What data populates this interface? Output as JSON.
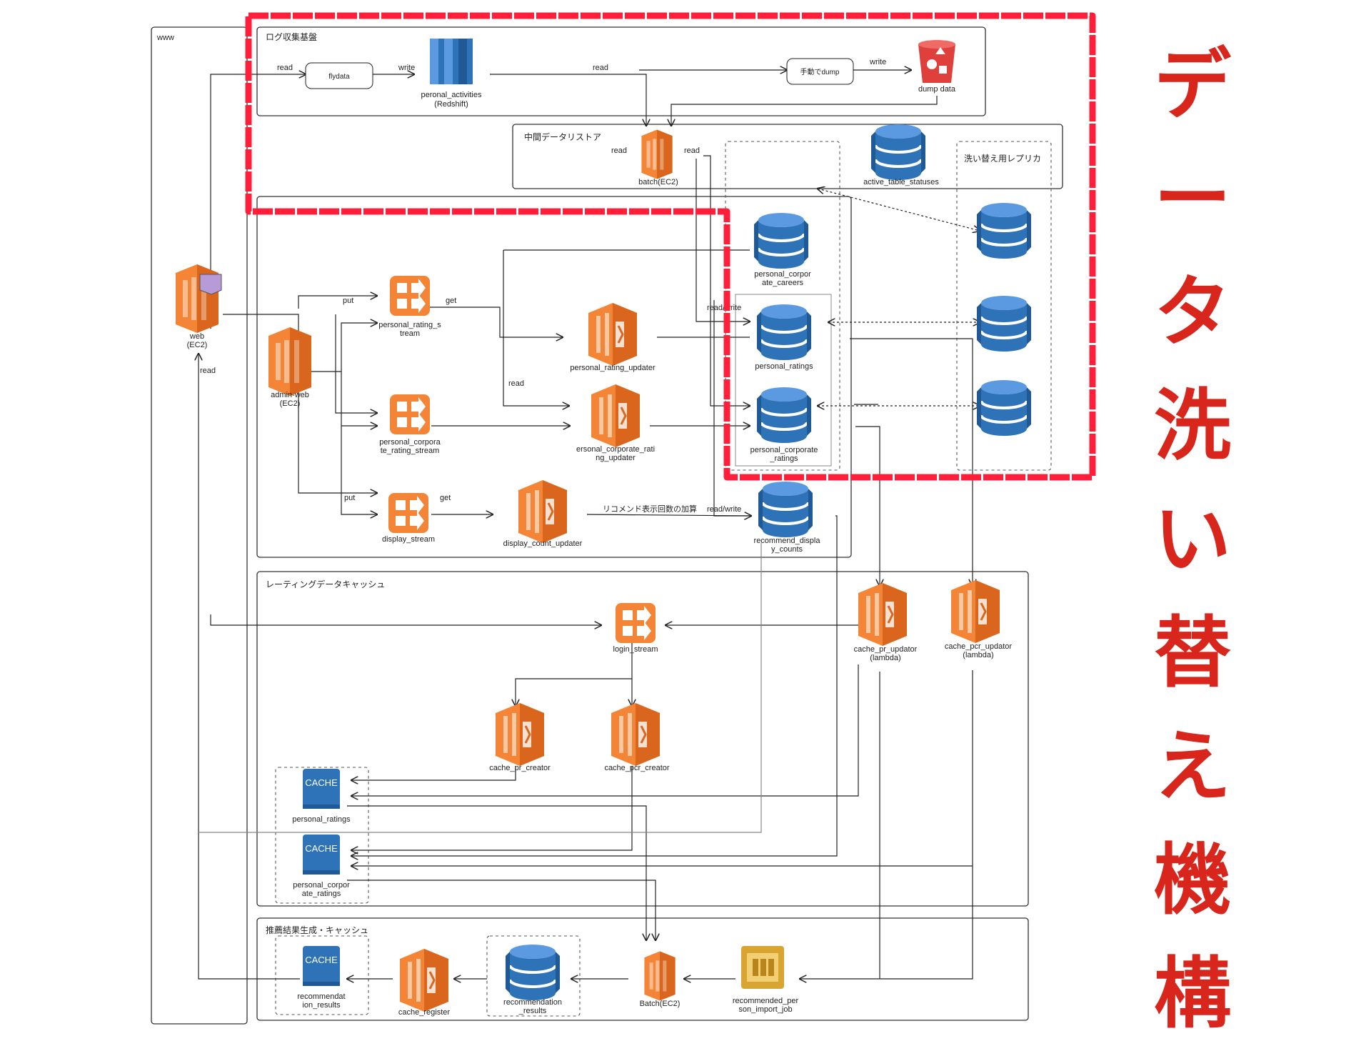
{
  "side_title": [
    "デ",
    "ー",
    "タ",
    "洗",
    "い",
    "替",
    "え",
    "機",
    "構"
  ],
  "groups": {
    "www": "www",
    "log": "ログ収集基盤",
    "mid": "中間データリストア",
    "replica": "洗い替え用レプリカ",
    "cache": "レーティングデータキャッシュ",
    "reco": "推薦結果生成・キャッシュ"
  },
  "nodes": {
    "flydata": "flydata",
    "redshift": [
      "peronal_activities",
      "(Redshift)"
    ],
    "manual": "手動でdump",
    "dump": "dump data",
    "batch1": "batch(EC2)",
    "active": "active_table_statuses",
    "pcc": [
      "personal_corpor",
      "ate_careers"
    ],
    "pr": "personal_ratings",
    "pcr": [
      "personal_corporate",
      "_ratings"
    ],
    "rdc": [
      "recommend_displa",
      "y_counts"
    ],
    "web": [
      "web",
      "(EC2)"
    ],
    "admin": [
      "admin-web",
      "(EC2)"
    ],
    "prs": [
      "personal_rating_s",
      "tream"
    ],
    "pcrs": [
      "personal_corpora",
      "te_rating_stream"
    ],
    "ds": "display_stream",
    "pru": "personal_rating_updater",
    "pcru": [
      "ersonal_corporate_rati",
      "ng_updater"
    ],
    "dcu": "display_count_updater",
    "login": "login_stream",
    "cpru": [
      "cache_pr_updator",
      "(lambda)"
    ],
    "cpcru": [
      "cache_pcr_updator",
      "(lambda)"
    ],
    "cprc": "cache_pr_creator",
    "cpcrc": "cache_pcr_creator",
    "cache_pr": "personal_ratings",
    "cache_pcr": [
      "personal_corpor",
      "ate_ratings"
    ],
    "cache_rr": [
      "recommendat",
      "ion_results"
    ],
    "creg": "cache_register",
    "rres": [
      "recommendation",
      "_results"
    ],
    "batch2": "Batch(EC2)",
    "rpij": [
      "recommended_per",
      "son_import_job"
    ]
  },
  "edge_labels": {
    "read1": "read",
    "write1": "write",
    "read2": "read",
    "write2": "write",
    "read3": "read",
    "read4": "read",
    "readwrite1": "read/write",
    "put1": "put",
    "get1": "get",
    "read5": "read",
    "put2": "put",
    "get2": "get",
    "reco_add": "リコメンド表示回数の加算",
    "readwrite2": "read/write",
    "read6": "read"
  },
  "badges": {
    "cache": "CACHE"
  },
  "colors": {
    "highlight": "#ff1f3a",
    "title": "#d8261c",
    "aws_orange": "#f58536",
    "dynamo_blue": "#2e73b8",
    "s3_red": "#e0403c",
    "sqs_gold": "#d9a532"
  }
}
